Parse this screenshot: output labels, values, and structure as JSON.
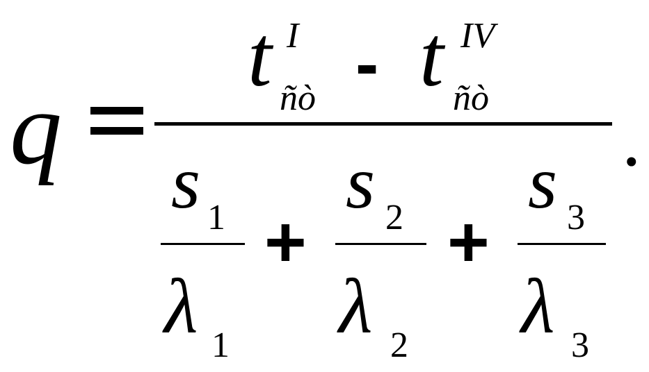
{
  "formula": {
    "lhs": "q",
    "equals": "=",
    "numerator": {
      "term1": {
        "base": "t",
        "superscript": "I",
        "subscript": "ñò"
      },
      "minus": "-",
      "term2": {
        "base": "t",
        "superscript": "IV",
        "subscript": "ñò"
      }
    },
    "denominator": {
      "fraction1": {
        "num": "s",
        "num_index": "1",
        "den": "λ",
        "den_index": "1"
      },
      "plus1": "+",
      "fraction2": {
        "num": "s",
        "num_index": "2",
        "den": "λ",
        "den_index": "2"
      },
      "plus2": "+",
      "fraction3": {
        "num": "s",
        "num_index": "3",
        "den": "λ",
        "den_index": "3"
      }
    },
    "period": "."
  }
}
